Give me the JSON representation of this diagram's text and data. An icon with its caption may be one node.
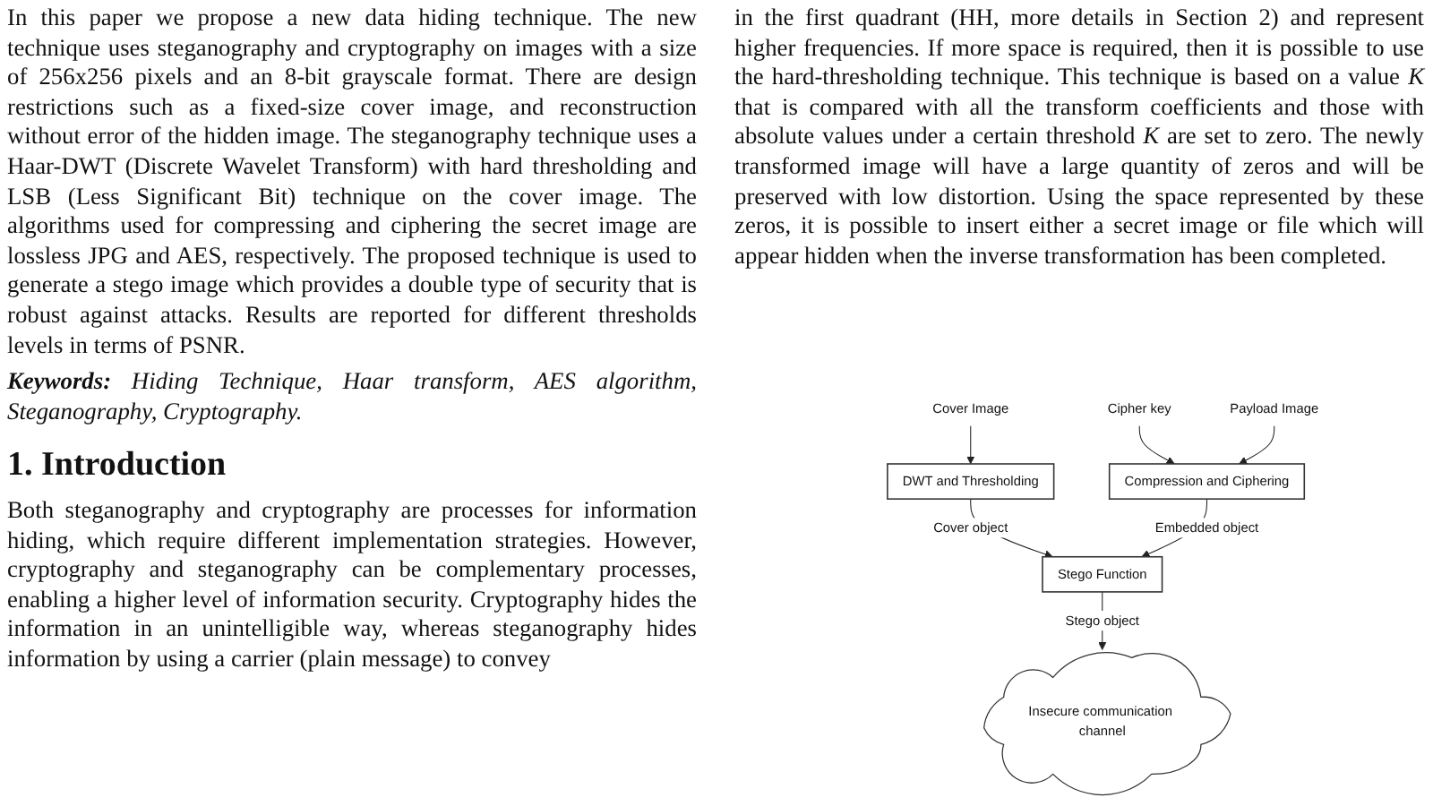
{
  "diagram": {
    "nodes": [
      {
        "text": [
          "Cover Image"
        ]
      },
      {
        "text": [
          "Cipher key"
        ]
      },
      {
        "text": [
          "Payload Image"
        ]
      },
      {
        "text": [
          "DWT and Thresholding"
        ]
      },
      {
        "text": [
          "Compression and Ciphering"
        ]
      },
      {
        "text": [
          "Stego Function"
        ]
      },
      {
        "text": [
          "Insecure communication channel"
        ]
      }
    ],
    "edges": [
      {
        "from": 0,
        "to": 3,
        "arrow": "to"
      },
      {
        "from": 1,
        "to": 4,
        "arrow": "to"
      },
      {
        "from": 2,
        "to": 4,
        "arrow": "to"
      },
      {
        "from": 3,
        "to": 5,
        "arrow": "to",
        "label": "Cover object"
      },
      {
        "from": 4,
        "to": 5,
        "arrow": "to",
        "label": "Embedded object"
      },
      {
        "from": 5,
        "to": 6,
        "arrow": "to",
        "label": "Stego object"
      }
    ],
    "labels": [
      "In this paper we propose a new data hiding technique. The new technique uses steganography and cryptography on images with a size of 256x256 pixels and an 8-bit grayscale format. There are design restrictions such as a fixed-size cover image, and reconstruction without error of the hidden image. The steganography technique uses a Haar-DWT (Discrete Wavelet Transform) with hard thresholding and LSB (Less Significant Bit) technique on the cover image. The algorithms used for compressing and ciphering the secret image are lossless JPG and AES, respectively. The proposed technique is used to generate a stego image which provides a double type of security that is robust against attacks. Results are reported for different thresholds levels in terms of PSNR.",
      "**Keywords:** Hiding Technique, Haar transform, AES algorithm, Steganography, Cryptography.",
      "1. Introduction",
      "Both steganography and cryptography are processes for information hiding, which require different implementation strategies. However, cryptography and steganography can be complementary processes, enabling a higher level of information security. Cryptography hides the information in an unintelligible way, whereas steganography hides information by using a carrier (plain message) to convey",
      "in the first quadrant (HH, more details in Section 2) and represent higher frequencies. If more space is required, then it is possible to use the hard-thresholding technique. This technique is based on a value *K* that is compared with all the transform coefficients and those with absolute values under a certain threshold *K* are set to zero. The newly transformed image will have a large quantity of zeros and will be preserved with low distortion. Using the space represented by these zeros, it is possible to insert either a secret image or file which will appear hidden when the inverse transformation has been completed."
    ]
  }
}
